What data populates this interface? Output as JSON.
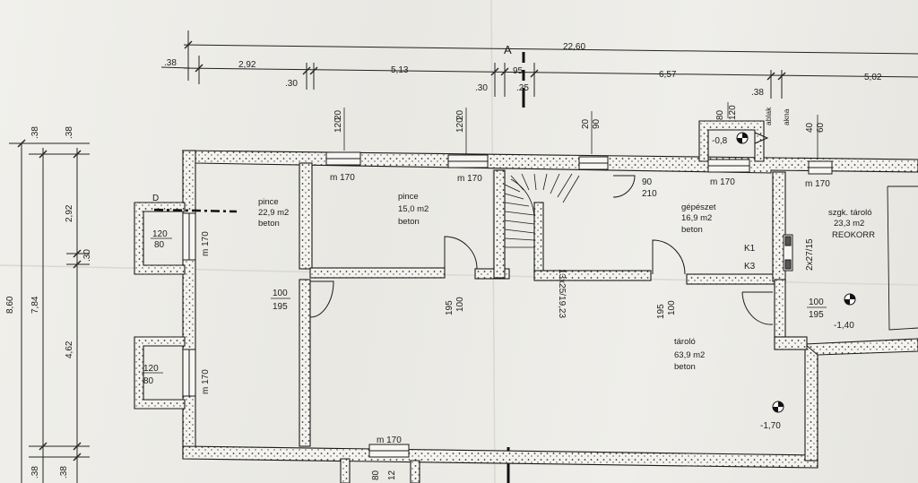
{
  "dimensions": {
    "overall": "22,60",
    "top_left": ".38",
    "seg_a": "2,92",
    "seg_b": "5,13",
    "seg_c": "6,57",
    "seg_d": "5,02",
    "small_30a": ".30",
    "small_30b": ".30",
    "small_95": "95",
    "small_25": ".25",
    "small_38": ".38",
    "left_860": "8,60",
    "left_784": "7,84",
    "left_292": "2,92",
    "left_30": ".30",
    "left_462": "4,62",
    "left_38a": ".38",
    "left_38b": ".38",
    "left_38c": ".38",
    "left_38d": ".38"
  },
  "section_marker": "A",
  "window_tags": {
    "w1_top": "120",
    "w1_bot": "20",
    "w2_top": "120",
    "w2_bot": "20",
    "w3_top": "90",
    "w3_bot": "20",
    "w4_top": "120",
    "w4_bot": "80",
    "w5_top": "60",
    "w5_bot": "40",
    "ablak": "ablak",
    "akna": "akna"
  },
  "openings": {
    "m170_1": "m 170",
    "m170_2": "m 170",
    "m170_3": "m 170",
    "m170_4": "m 170",
    "m170_bottom": "m 170",
    "m170_left1": "m 170",
    "m170_left2": "m 170"
  },
  "pit_labels": {
    "p1_w": "120",
    "p1_h": "80",
    "p2_w": "120",
    "p2_h": "80",
    "akna_level": "-0,8",
    "bottom_80": "80",
    "bottom_12": "12"
  },
  "doors": {
    "d1_w": "100",
    "d1_h": "195",
    "d2_w": "100",
    "d2_h": "195",
    "d3_w": "100",
    "d3_h": "195",
    "d4_w": "100",
    "d4_h": "195",
    "d5_w": "90",
    "d5_h": "210"
  },
  "stairs": "13x25/19,23",
  "chimney": "2x27/15",
  "rooms": [
    {
      "name": "pince",
      "area": "22,9 m2",
      "floor": "beton"
    },
    {
      "name": "pince",
      "area": "15,0 m2",
      "floor": "beton"
    },
    {
      "name": "gépészet",
      "area": "16,9 m2",
      "floor": "beton"
    },
    {
      "name": "szgk. tároló",
      "area": "23,3 m2",
      "floor": "REOKORR"
    },
    {
      "name": "tároló",
      "area": "63,9 m2",
      "floor": "beton"
    }
  ],
  "levels": {
    "l1": "-1,40",
    "l2": "-1,70"
  },
  "flues": {
    "k1": "K1",
    "k3": "K3"
  }
}
